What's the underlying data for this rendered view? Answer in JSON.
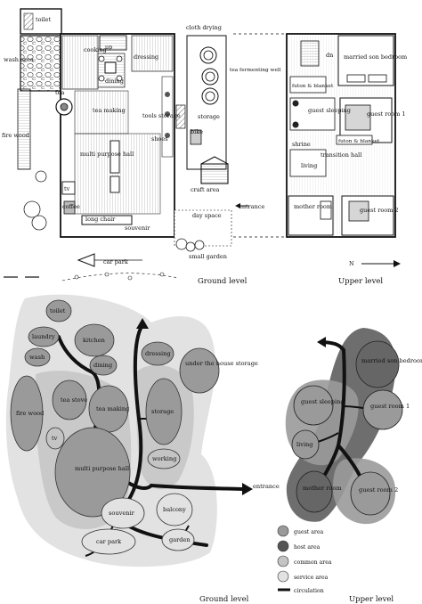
{
  "top_plan": {
    "ground_labels": {
      "toilet": "toilet",
      "wash_area": "wash area",
      "cooking": "cooking",
      "up": "up",
      "dressing": "dressing",
      "cloth_drying": "cloth drying",
      "dining": "dining",
      "tea": "tea",
      "tea_making": "tea making",
      "tea_fermenting_well": "tea fermenting well",
      "fire_wood": "fire wood",
      "tools_storage": "tools storage",
      "storage": "storage",
      "shoes": "shoes",
      "bike": "bike",
      "multi_purpose_hall": "multi purpose hall",
      "tv": "tv",
      "coffee": "coffee",
      "craft_area": "craft area",
      "entrance": "entrance",
      "long_chair": "long chair",
      "souvenir": "souvenir",
      "day_space": "day space",
      "car_park": "car park",
      "small_garden": "small garden"
    },
    "upper_labels": {
      "dn": "dn",
      "married_son_bedroom": "married son bedroom",
      "futon_blanket_1": "futon & blanket",
      "guest_sleeping": "guest sleeping",
      "guest_room_1": "guest room 1",
      "futon_blanket_2": "futon & blanket",
      "shrine": "shrine",
      "transition_hall": "transition hall",
      "living": "living",
      "mother_room": "mother room",
      "guest_room_2": "guest room 2",
      "north": "N"
    },
    "captions": {
      "ground": "Ground level",
      "upper": "Upper level"
    }
  },
  "bubble_diagram": {
    "ground": {
      "toilet": "toilet",
      "laundry": "laundry",
      "kitchen": "kitchen",
      "wash": "wash",
      "dining": "dining",
      "dressing": "dressing",
      "under_house_storage": "under the house storage",
      "fire_wood": "fire wood",
      "tea_stove": "tea stove",
      "tea_making": "tea making",
      "storage": "storage",
      "tv": "tv",
      "multi_purpose_hall": "multi purpose hall",
      "working": "working",
      "entrance": "entrance",
      "souvenir": "souvenir",
      "balcony": "balcony",
      "car_park": "car park",
      "garden": "garden"
    },
    "upper": {
      "married_son_bedroom": "married son bedroom",
      "guest_sleeping": "guest sleeping",
      "guest_room_1": "guest room 1",
      "living": "living",
      "mother_room": "mother room",
      "guest_room_2": "guest room 2"
    },
    "legend": [
      {
        "label": "guest area",
        "color": "#9a9a9a"
      },
      {
        "label": "host area",
        "color": "#555555"
      },
      {
        "label": "common area",
        "color": "#c4c4c4"
      },
      {
        "label": "service area",
        "color": "#e2e2e2"
      },
      {
        "label": "circulation",
        "color": "#111111"
      }
    ],
    "captions": {
      "ground": "Ground level",
      "upper": "Upper level"
    }
  }
}
